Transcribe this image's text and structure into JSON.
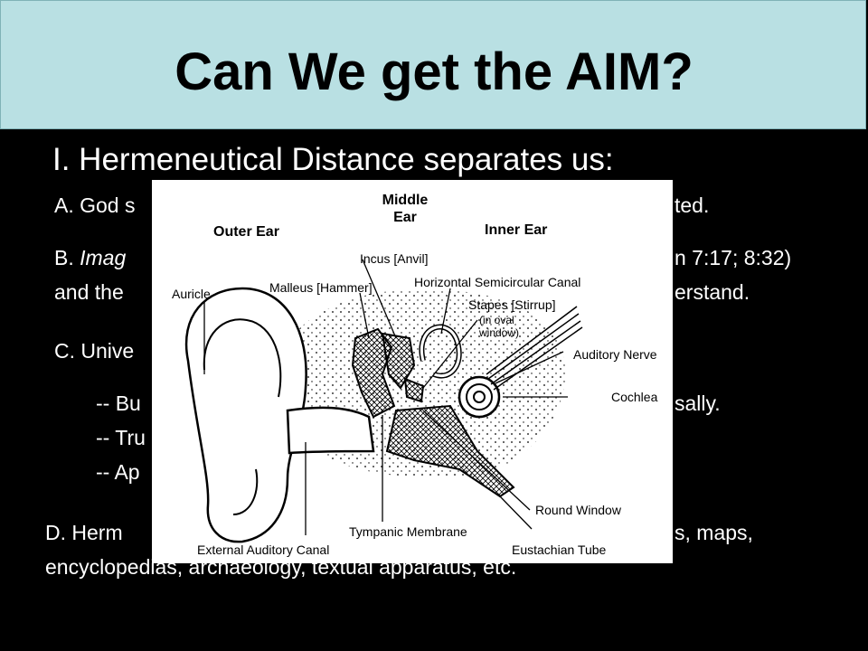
{
  "slide": {
    "title": "Can We get the AIM?",
    "heading": "I. Hermeneutical Distance separates us:",
    "point_a": "A. God s",
    "point_a_tail": "ted.",
    "point_b_line1_prefix": "B. ",
    "point_b_line1_italic": "Imag",
    "point_b_line1_tail": "n 7:17; 8:32)",
    "point_b_line2": "and the",
    "point_b_line2_tail": "erstand.",
    "point_c": "C. Unive",
    "bullet_1": "-- Bu",
    "bullet_1_tail": "sally.",
    "bullet_2": "-- Tru",
    "bullet_3": "-- Ap",
    "point_d_line1": "D. Herm",
    "point_d_line1_tail": "s, maps,",
    "point_d_line2": "encyclopedias, archaeology, textual apparatus, etc."
  },
  "ear_diagram": {
    "labels": {
      "middle_ear_1": "Middle",
      "middle_ear_2": "Ear",
      "outer_ear": "Outer Ear",
      "inner_ear": "Inner Ear",
      "incus": "Incus [Anvil]",
      "auricle": "Auricle",
      "malleus": "Malleus [Hammer]",
      "horizontal_canal": "Horizontal Semicircular Canal",
      "stapes": "Stapes [Stirrup]",
      "in_oval": "(in oval",
      "window": "window)",
      "auditory_nerve": "Auditory Nerve",
      "cochlea": "Cochlea",
      "round_window": "Round Window",
      "tympanic_membrane": "Tympanic Membrane",
      "external_canal": "External Auditory Canal",
      "eustachian_tube": "Eustachian Tube"
    }
  }
}
